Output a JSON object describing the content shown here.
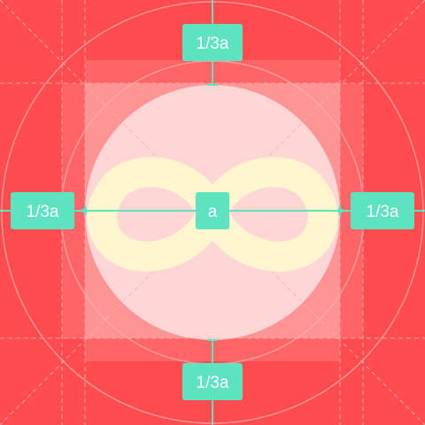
{
  "labels": {
    "top": "1/3a",
    "bottom": "1/3a",
    "left": "1/3a",
    "right": "1/3a",
    "center": "a"
  },
  "icon": {
    "name": "infinity-icon"
  },
  "colors": {
    "background": "#ff4d4f",
    "grid_square": "#ff7a7c",
    "inner_square": "#ff9a9b",
    "circle_fill": "#ffd6d6",
    "icon_stroke": "#fff7cf",
    "measure_accent": "#5ee3c1",
    "guide_line": "#ffb0b1"
  }
}
